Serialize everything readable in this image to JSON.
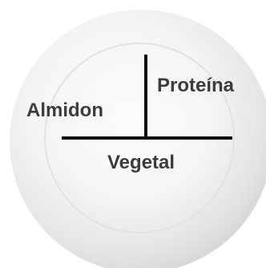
{
  "labels": {
    "protein": "Proteína",
    "starch": "Almidon",
    "vegetable": "Vegetal"
  },
  "colors": {
    "background": "#ffffff",
    "plate_rim": "#ececec",
    "plate_center": "#f8f8f8",
    "divider_lines": "#111111",
    "label_text": "#3c3c3c"
  }
}
